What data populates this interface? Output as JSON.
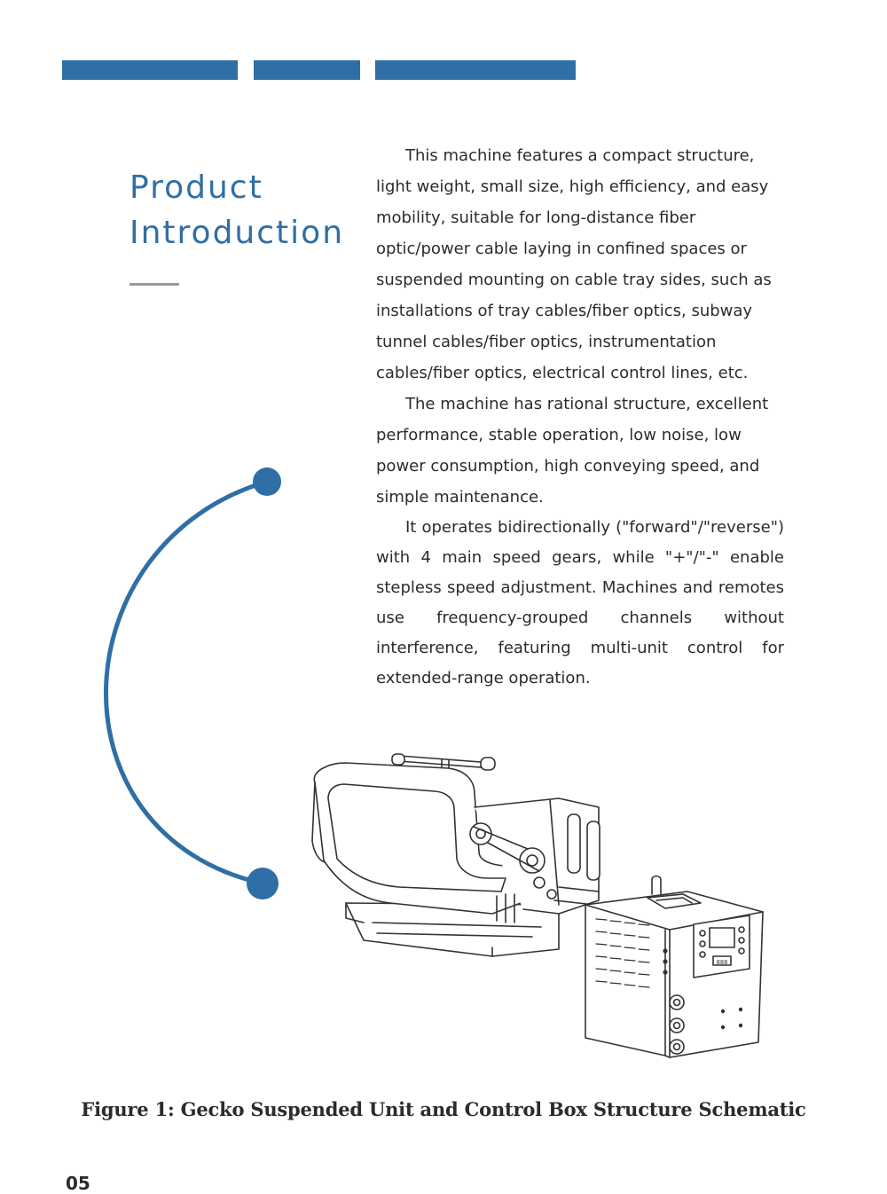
{
  "heading": {
    "line1": "Product",
    "line2": "Introduction"
  },
  "paragraphs": [
    "This machine features a compact structure, light weight, small size, high efficiency, and easy mobility, suitable for long-distance fiber optic/power cable laying in confined spaces or suspended mounting on cable tray sides, such as installations of tray cables/fiber optics, subway tunnel cables/fiber optics, instrumentation cables/fiber optics, electrical control lines, etc.",
    "The machine has rational structure, excellent performance, stable operation, low noise, low power consumption, high conveying speed, and simple maintenance.",
    "It operates bidirectionally (\"forward\"/\"reverse\") with 4 main speed gears, while \"+\"/\"-\" enable stepless speed adjustment. Machines and remotes use frequency-grouped channels without interference, featuring multi-unit control for extended-range operation."
  ],
  "control_box": {
    "display_readout": "888"
  },
  "caption": "Figure 1: Gecko Suspended Unit and Control Box Structure Schematic",
  "page_number": "05",
  "colors": {
    "accent": "#2f6fa5",
    "text": "#2b2b2b",
    "rule": "#9a9a9a"
  }
}
